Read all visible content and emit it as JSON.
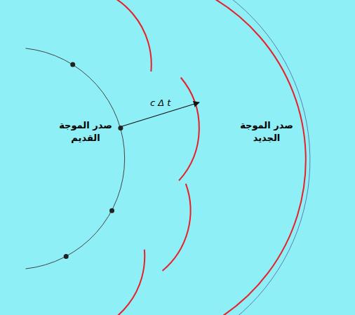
{
  "diagram": {
    "labels": [
      "صدر الموجة القديم",
      "صدر الموجة الجديد",
      "c Δ t"
    ]
  }
}
